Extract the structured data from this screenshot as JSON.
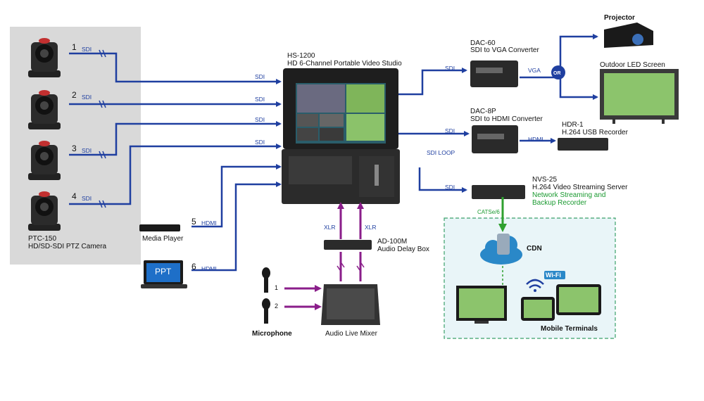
{
  "colors": {
    "sdi": "#1f3fa0",
    "audio": "#8a1e8a",
    "cat": "#2fa02f",
    "panel": "#d9d9d9",
    "cloud": "#2a88c8"
  },
  "cameras": {
    "numbers": [
      "1",
      "2",
      "3",
      "4"
    ],
    "port": "SDI",
    "model": "PTC-150",
    "desc": "HD/SD-SDI PTZ Camera"
  },
  "sources": {
    "media_player": {
      "label": "Media Player",
      "num": "5",
      "port": "HDMI"
    },
    "laptop": {
      "label": "PPT",
      "num": "6",
      "port": "HDMI"
    }
  },
  "switcher": {
    "model": "HS-1200",
    "desc": "HD 6-Channel Portable Video Studio",
    "inputs": [
      "SDI",
      "SDI",
      "SDI",
      "SDI"
    ]
  },
  "outputs": {
    "dac60": {
      "model": "DAC-60",
      "desc": "SDI to VGA Converter",
      "in": "SDI",
      "out": "VGA"
    },
    "or": "OR",
    "projector": "Projector",
    "led": "Outdoor LED Screen",
    "dac8p": {
      "model": "DAC-8P",
      "desc": "SDI to HDMI Converter",
      "in": "SDI",
      "out": "HDMI",
      "loop": "SDI  LOOP"
    },
    "hdr1": {
      "model": "HDR-1",
      "desc": "H.264 USB Recorder"
    },
    "nvs25": {
      "model": "NVS-25",
      "desc": "H.264 Video Streaming Server",
      "note1": "Network Streaming and",
      "note2": "Backup Recorder",
      "in": "SDI",
      "link": "CATSe/6"
    },
    "cdn": "CDN",
    "wifi": "Wi-Fi",
    "mobile": "Mobile Terminals"
  },
  "audio": {
    "xlr": [
      "XLR",
      "XLR"
    ],
    "delay": {
      "model": "AD-100M",
      "desc": "Audio Delay Box"
    },
    "mic_nums": [
      "1",
      "2"
    ],
    "mic": "Microphone",
    "mixer": "Audio Live Mixer"
  }
}
